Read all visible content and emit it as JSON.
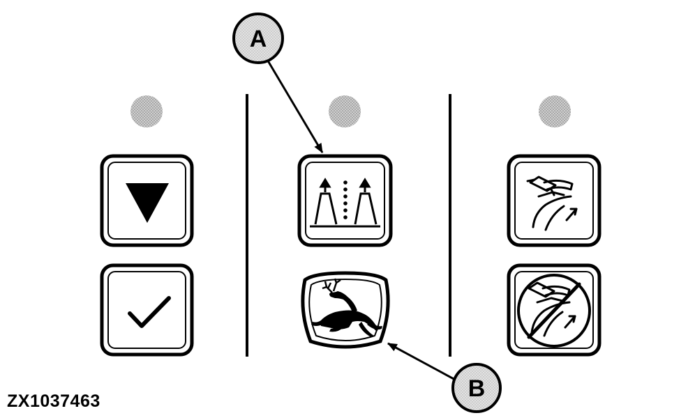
{
  "figure_id": "ZX1037463",
  "callouts": [
    {
      "label": "A"
    },
    {
      "label": "B"
    }
  ],
  "indicators": [
    {
      "color": "#a6a6a6"
    },
    {
      "color": "#a6a6a6"
    },
    {
      "color": "#a6a6a6"
    }
  ],
  "buttons": [
    {
      "icon": "down-triangle-icon"
    },
    {
      "icon": "checkmark-icon"
    },
    {
      "icon": "row-guidance-icon"
    },
    {
      "icon": "john-deere-deer-logo-icon"
    },
    {
      "icon": "header-raise-icon"
    },
    {
      "icon": "header-raise-disabled-icon"
    }
  ],
  "colors": {
    "line": "#000000",
    "callout_fill": "#d9d9d9",
    "indicator": "#a6a6a6"
  }
}
